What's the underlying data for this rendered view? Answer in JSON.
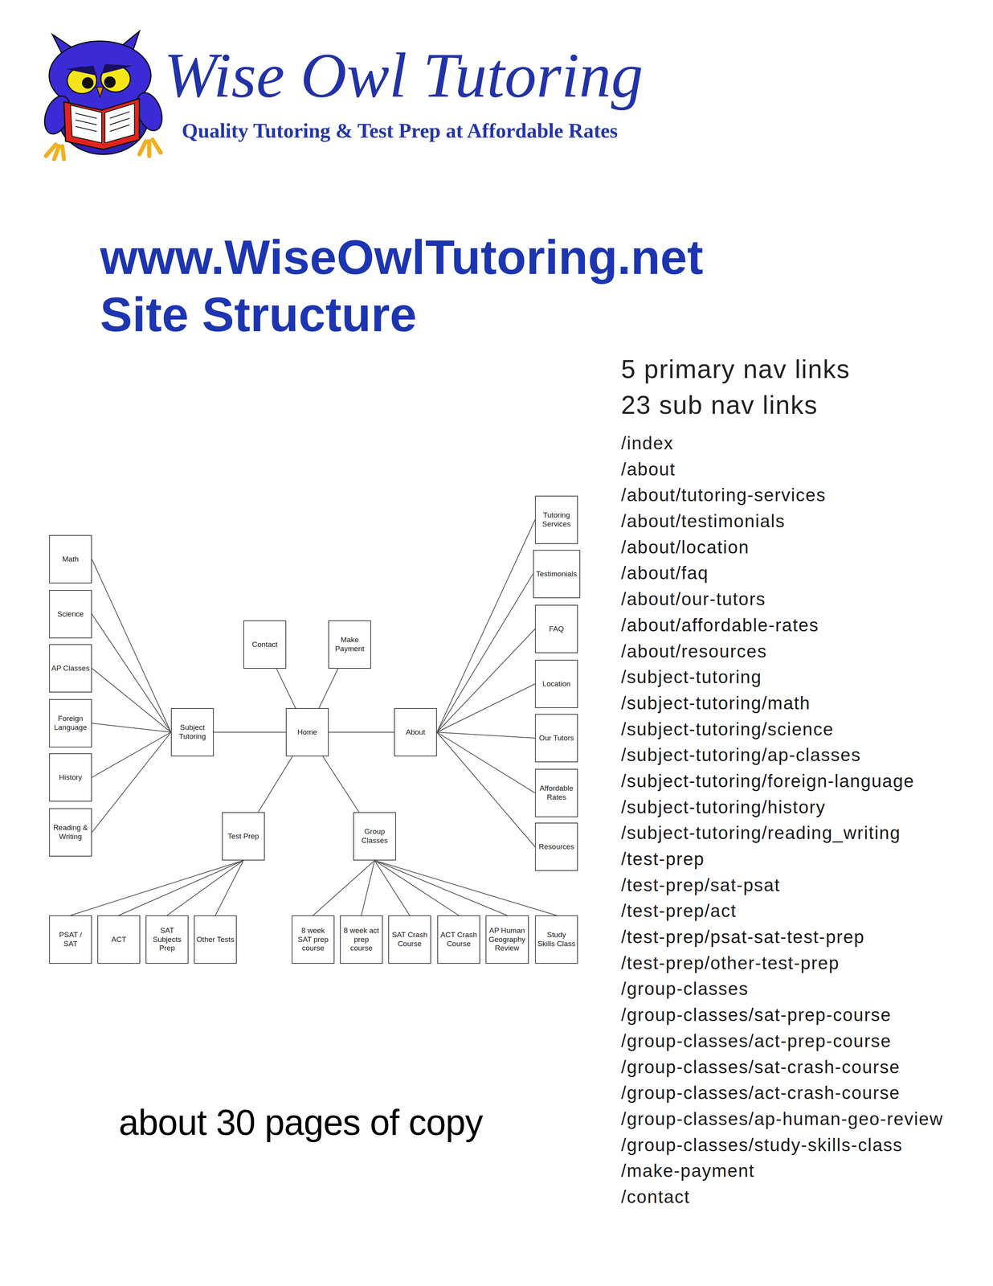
{
  "diagram": {
    "title": "www.WiseOwlTutoring.net Site Structure",
    "nodes": [
      {
        "text": [
          "Home"
        ]
      },
      {
        "text": [
          "Contact"
        ]
      },
      {
        "text": [
          "Make Payment"
        ]
      },
      {
        "text": [
          "Subject Tutoring"
        ]
      },
      {
        "text": [
          "Math"
        ]
      },
      {
        "text": [
          "Science"
        ]
      },
      {
        "text": [
          "AP Classes"
        ]
      },
      {
        "text": [
          "Foreign Language"
        ]
      },
      {
        "text": [
          "History"
        ]
      },
      {
        "text": [
          "Reading & Writing"
        ]
      },
      {
        "text": [
          "About"
        ]
      },
      {
        "text": [
          "Tutoring Services"
        ]
      },
      {
        "text": [
          "Testimonials"
        ]
      },
      {
        "text": [
          "FAQ"
        ]
      },
      {
        "text": [
          "Location"
        ]
      },
      {
        "text": [
          "Our Tutors"
        ]
      },
      {
        "text": [
          "Affordable Rates"
        ]
      },
      {
        "text": [
          "Resources"
        ]
      },
      {
        "text": [
          "Test Prep"
        ]
      },
      {
        "text": [
          "PSAT / SAT"
        ]
      },
      {
        "text": [
          "ACT"
        ]
      },
      {
        "text": [
          "SAT Subjects Prep"
        ]
      },
      {
        "text": [
          "Other Tests"
        ]
      },
      {
        "text": [
          "Group Classes"
        ]
      },
      {
        "text": [
          "8 week SAT prep course"
        ]
      },
      {
        "text": [
          "8 week act prep course"
        ]
      },
      {
        "text": [
          "SAT Crash Course"
        ]
      },
      {
        "text": [
          "ACT Crash Course"
        ]
      },
      {
        "text": [
          "AP Human Geography Review"
        ]
      },
      {
        "text": [
          "Study Skills Class"
        ]
      }
    ],
    "edges": [
      {
        "from": 0,
        "to": 1,
        "arrow": "none"
      },
      {
        "from": 0,
        "to": 2,
        "arrow": "none"
      },
      {
        "from": 0,
        "to": 3,
        "arrow": "none"
      },
      {
        "from": 0,
        "to": 10,
        "arrow": "none"
      },
      {
        "from": 0,
        "to": 18,
        "arrow": "none"
      },
      {
        "from": 0,
        "to": 23,
        "arrow": "none"
      },
      {
        "from": 3,
        "to": 4,
        "arrow": "none"
      },
      {
        "from": 3,
        "to": 5,
        "arrow": "none"
      },
      {
        "from": 3,
        "to": 6,
        "arrow": "none"
      },
      {
        "from": 3,
        "to": 7,
        "arrow": "none"
      },
      {
        "from": 3,
        "to": 8,
        "arrow": "none"
      },
      {
        "from": 3,
        "to": 9,
        "arrow": "none"
      },
      {
        "from": 10,
        "to": 11,
        "arrow": "none"
      },
      {
        "from": 10,
        "to": 12,
        "arrow": "none"
      },
      {
        "from": 10,
        "to": 13,
        "arrow": "none"
      },
      {
        "from": 10,
        "to": 14,
        "arrow": "none"
      },
      {
        "from": 10,
        "to": 15,
        "arrow": "none"
      },
      {
        "from": 10,
        "to": 16,
        "arrow": "none"
      },
      {
        "from": 10,
        "to": 17,
        "arrow": "none"
      },
      {
        "from": 18,
        "to": 19,
        "arrow": "none"
      },
      {
        "from": 18,
        "to": 20,
        "arrow": "none"
      },
      {
        "from": 18,
        "to": 21,
        "arrow": "none"
      },
      {
        "from": 18,
        "to": 22,
        "arrow": "none"
      },
      {
        "from": 23,
        "to": 24,
        "arrow": "none"
      },
      {
        "from": 23,
        "to": 25,
        "arrow": "none"
      },
      {
        "from": 23,
        "to": 26,
        "arrow": "none"
      },
      {
        "from": 23,
        "to": 27,
        "arrow": "none"
      },
      {
        "from": 23,
        "to": 28,
        "arrow": "none"
      },
      {
        "from": 23,
        "to": 29,
        "arrow": "none"
      }
    ],
    "labels": [
      "Wise Owl Tutoring",
      "Quality Tutoring & Test Prep at Affordable Rates",
      "5 primary nav links",
      "23 sub nav links",
      "/index",
      "/about",
      "/about/tutoring-services",
      "/about/testimonials",
      "/about/location",
      "/about/faq",
      "/about/our-tutors",
      "/about/affordable-rates",
      "/about/resources",
      "/subject-tutoring",
      "/subject-tutoring/math",
      "/subject-tutoring/science",
      "/subject-tutoring/ap-classes",
      "/subject-tutoring/foreign-language",
      "/subject-tutoring/history",
      "/subject-tutoring/reading_writing",
      "/test-prep",
      "/test-prep/sat-psat",
      "/test-prep/act",
      "/test-prep/psat-sat-test-prep",
      "/test-prep/other-test-prep",
      "/group-classes",
      "/group-classes/sat-prep-course",
      "/group-classes/act-prep-course",
      "/group-classes/sat-crash-course",
      "/group-classes/act-crash-course",
      "/group-classes/ap-human-geo-review",
      "/group-classes/study-skills-class",
      "/make-payment",
      "/contact",
      "about 30 pages of copy"
    ]
  }
}
